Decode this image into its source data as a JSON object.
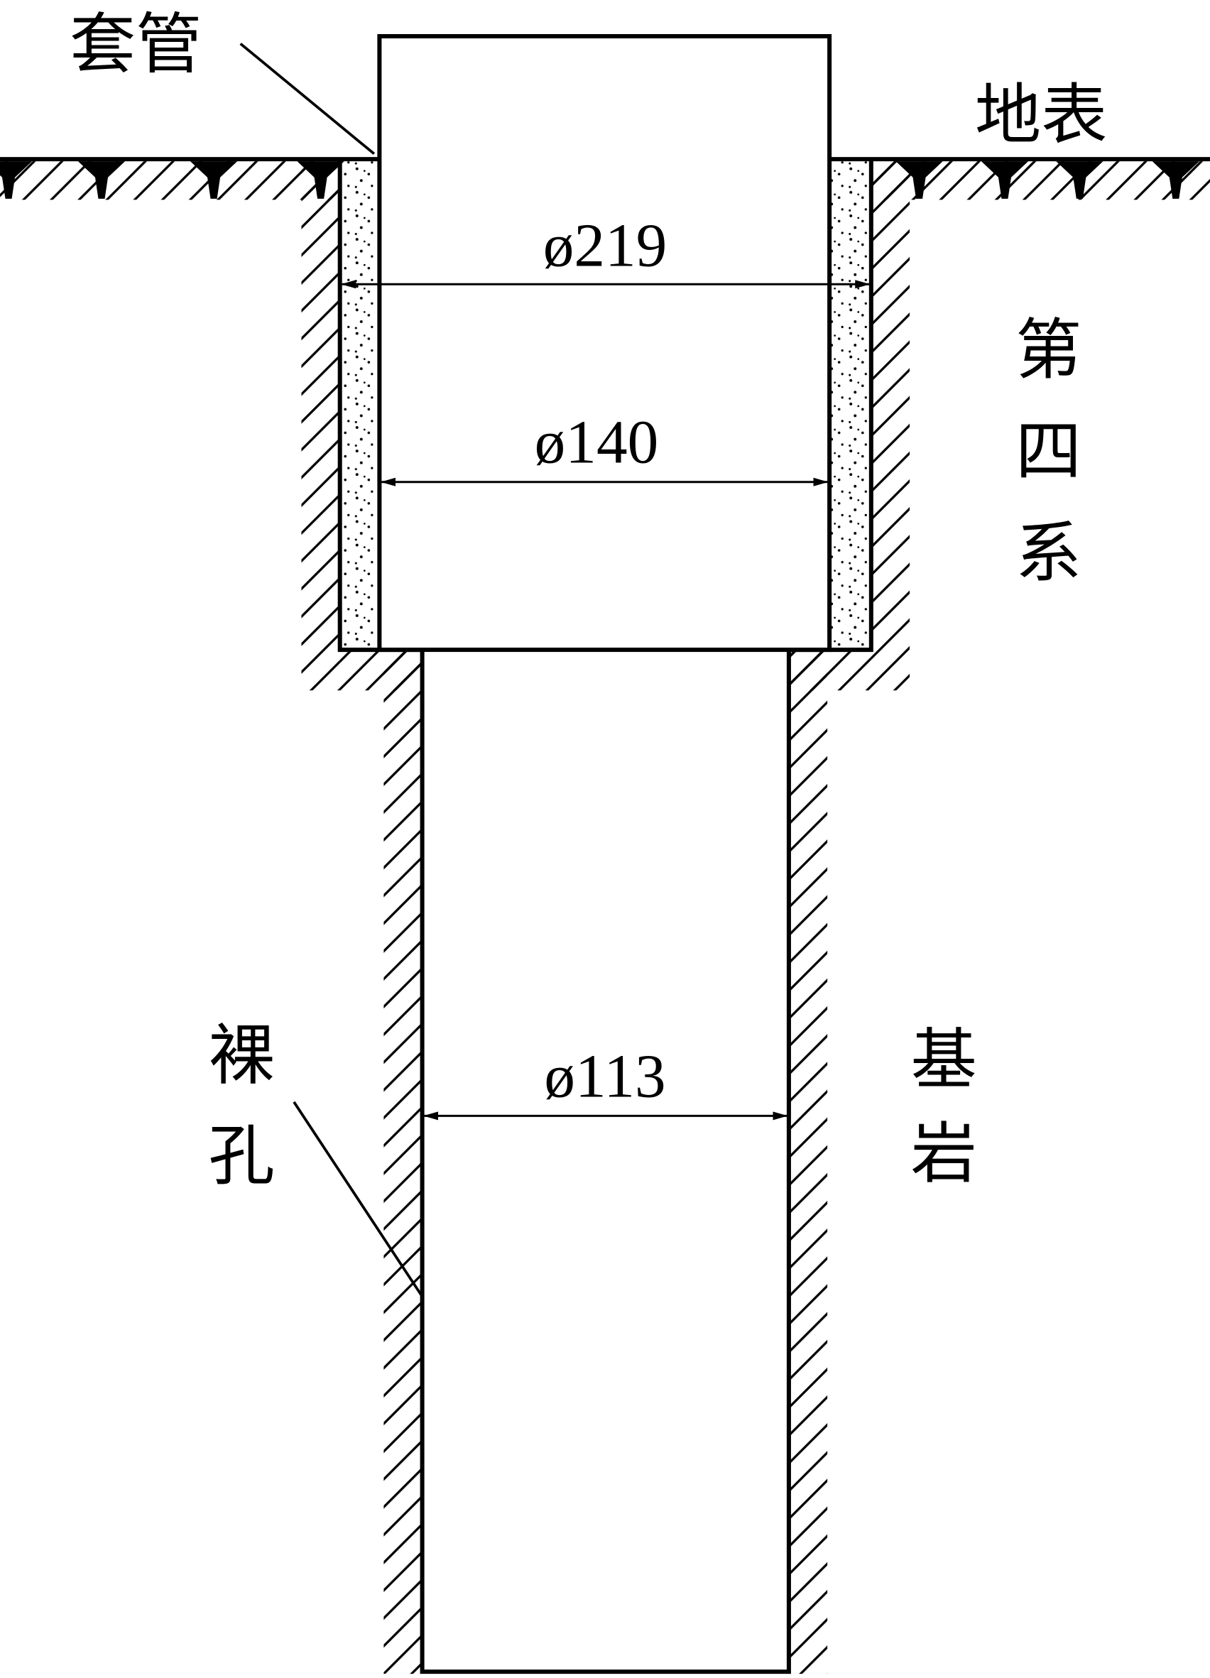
{
  "labels": {
    "casing": "套管",
    "ground_surface": "地表",
    "quaternary": [
      "第",
      "四",
      "系"
    ],
    "bedrock": [
      "基",
      "岩"
    ],
    "open_hole": [
      "裸",
      "孔"
    ]
  },
  "dimensions": {
    "outer_hole": "ø219",
    "casing": "ø140",
    "open_hole": "ø113"
  },
  "colors": {
    "line": "#000000",
    "background": "#ffffff"
  }
}
